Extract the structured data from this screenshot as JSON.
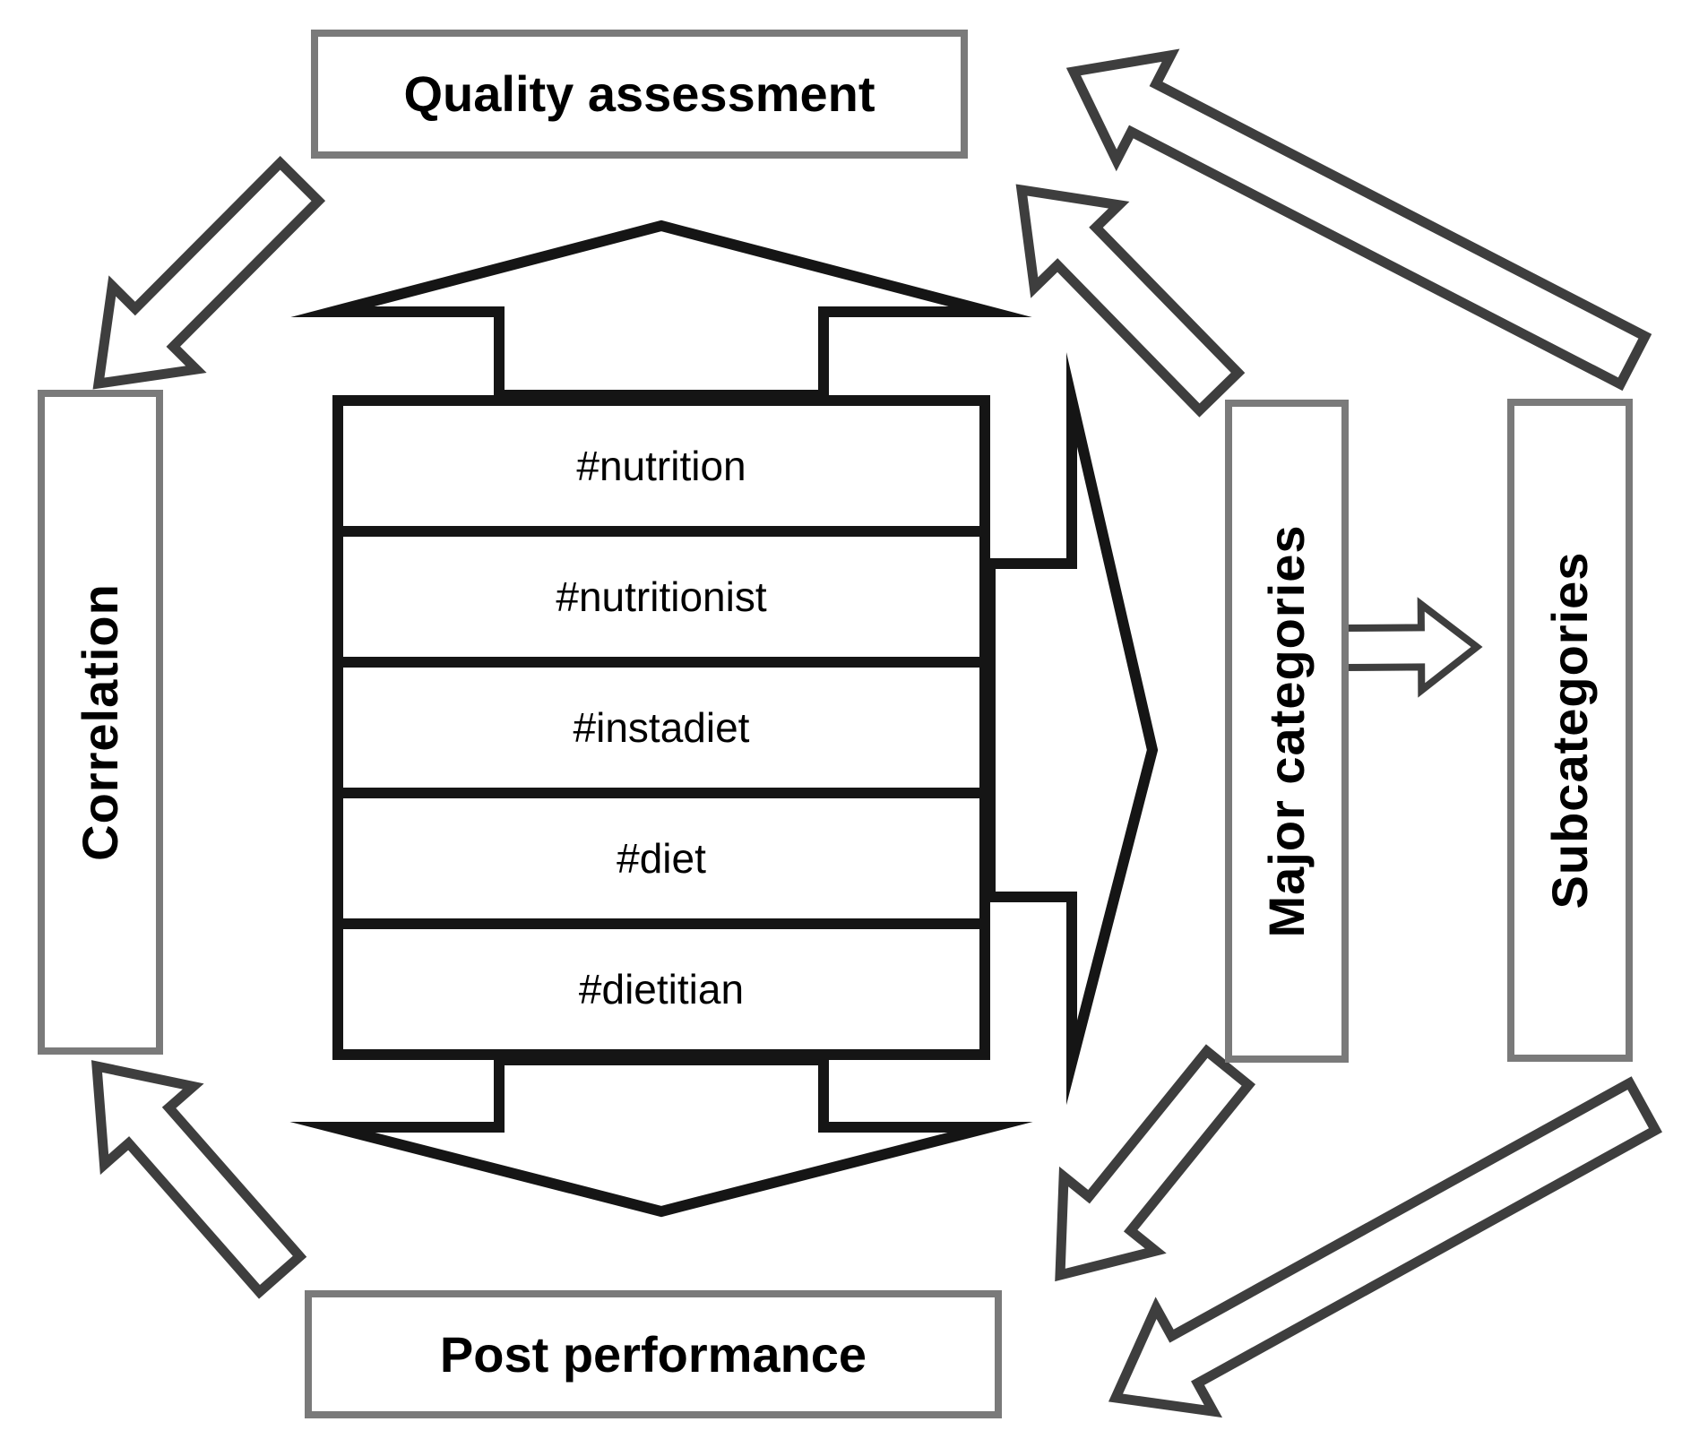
{
  "title": "Hashtag analysis workflow diagram",
  "colors": {
    "bg": "#ffffff",
    "ink": "#151515",
    "box_border": "#7a7a7a",
    "arrow_outline": "#3e3e3e",
    "text": "#000000"
  },
  "boxes": {
    "quality_assessment": "Quality assessment",
    "correlation": "Correlation",
    "post_performance": "Post performance",
    "major_categories": "Major categories",
    "subcategories": "Subcategories"
  },
  "stack": {
    "hashtags": [
      "#nutrition",
      "#nutritionist",
      "#instadiet",
      "#diet",
      "#dietitian"
    ]
  },
  "arrows": {
    "up_block_arrow": {
      "from": "hashtag-stack",
      "to": "quality-assessment"
    },
    "down_block_arrow": {
      "from": "hashtag-stack",
      "to": "post-performance"
    },
    "right_block_arrow": {
      "from": "hashtag-stack",
      "to": "major-categories"
    },
    "major_to_subcategories": {
      "from": "major-categories",
      "to": "subcategories"
    },
    "quality_to_correlation": {
      "from": "quality-assessment",
      "to": "correlation"
    },
    "post_to_correlation": {
      "from": "post-performance",
      "to": "correlation"
    },
    "subcategories_to_top": {
      "from": "subcategories",
      "to": "quality-assessment"
    },
    "major_to_top": {
      "from": "major-categories",
      "to": "quality-assessment"
    },
    "major_to_post": {
      "from": "major-categories",
      "to": "post-performance"
    },
    "subcategories_to_post": {
      "from": "subcategories",
      "to": "post-performance"
    }
  }
}
